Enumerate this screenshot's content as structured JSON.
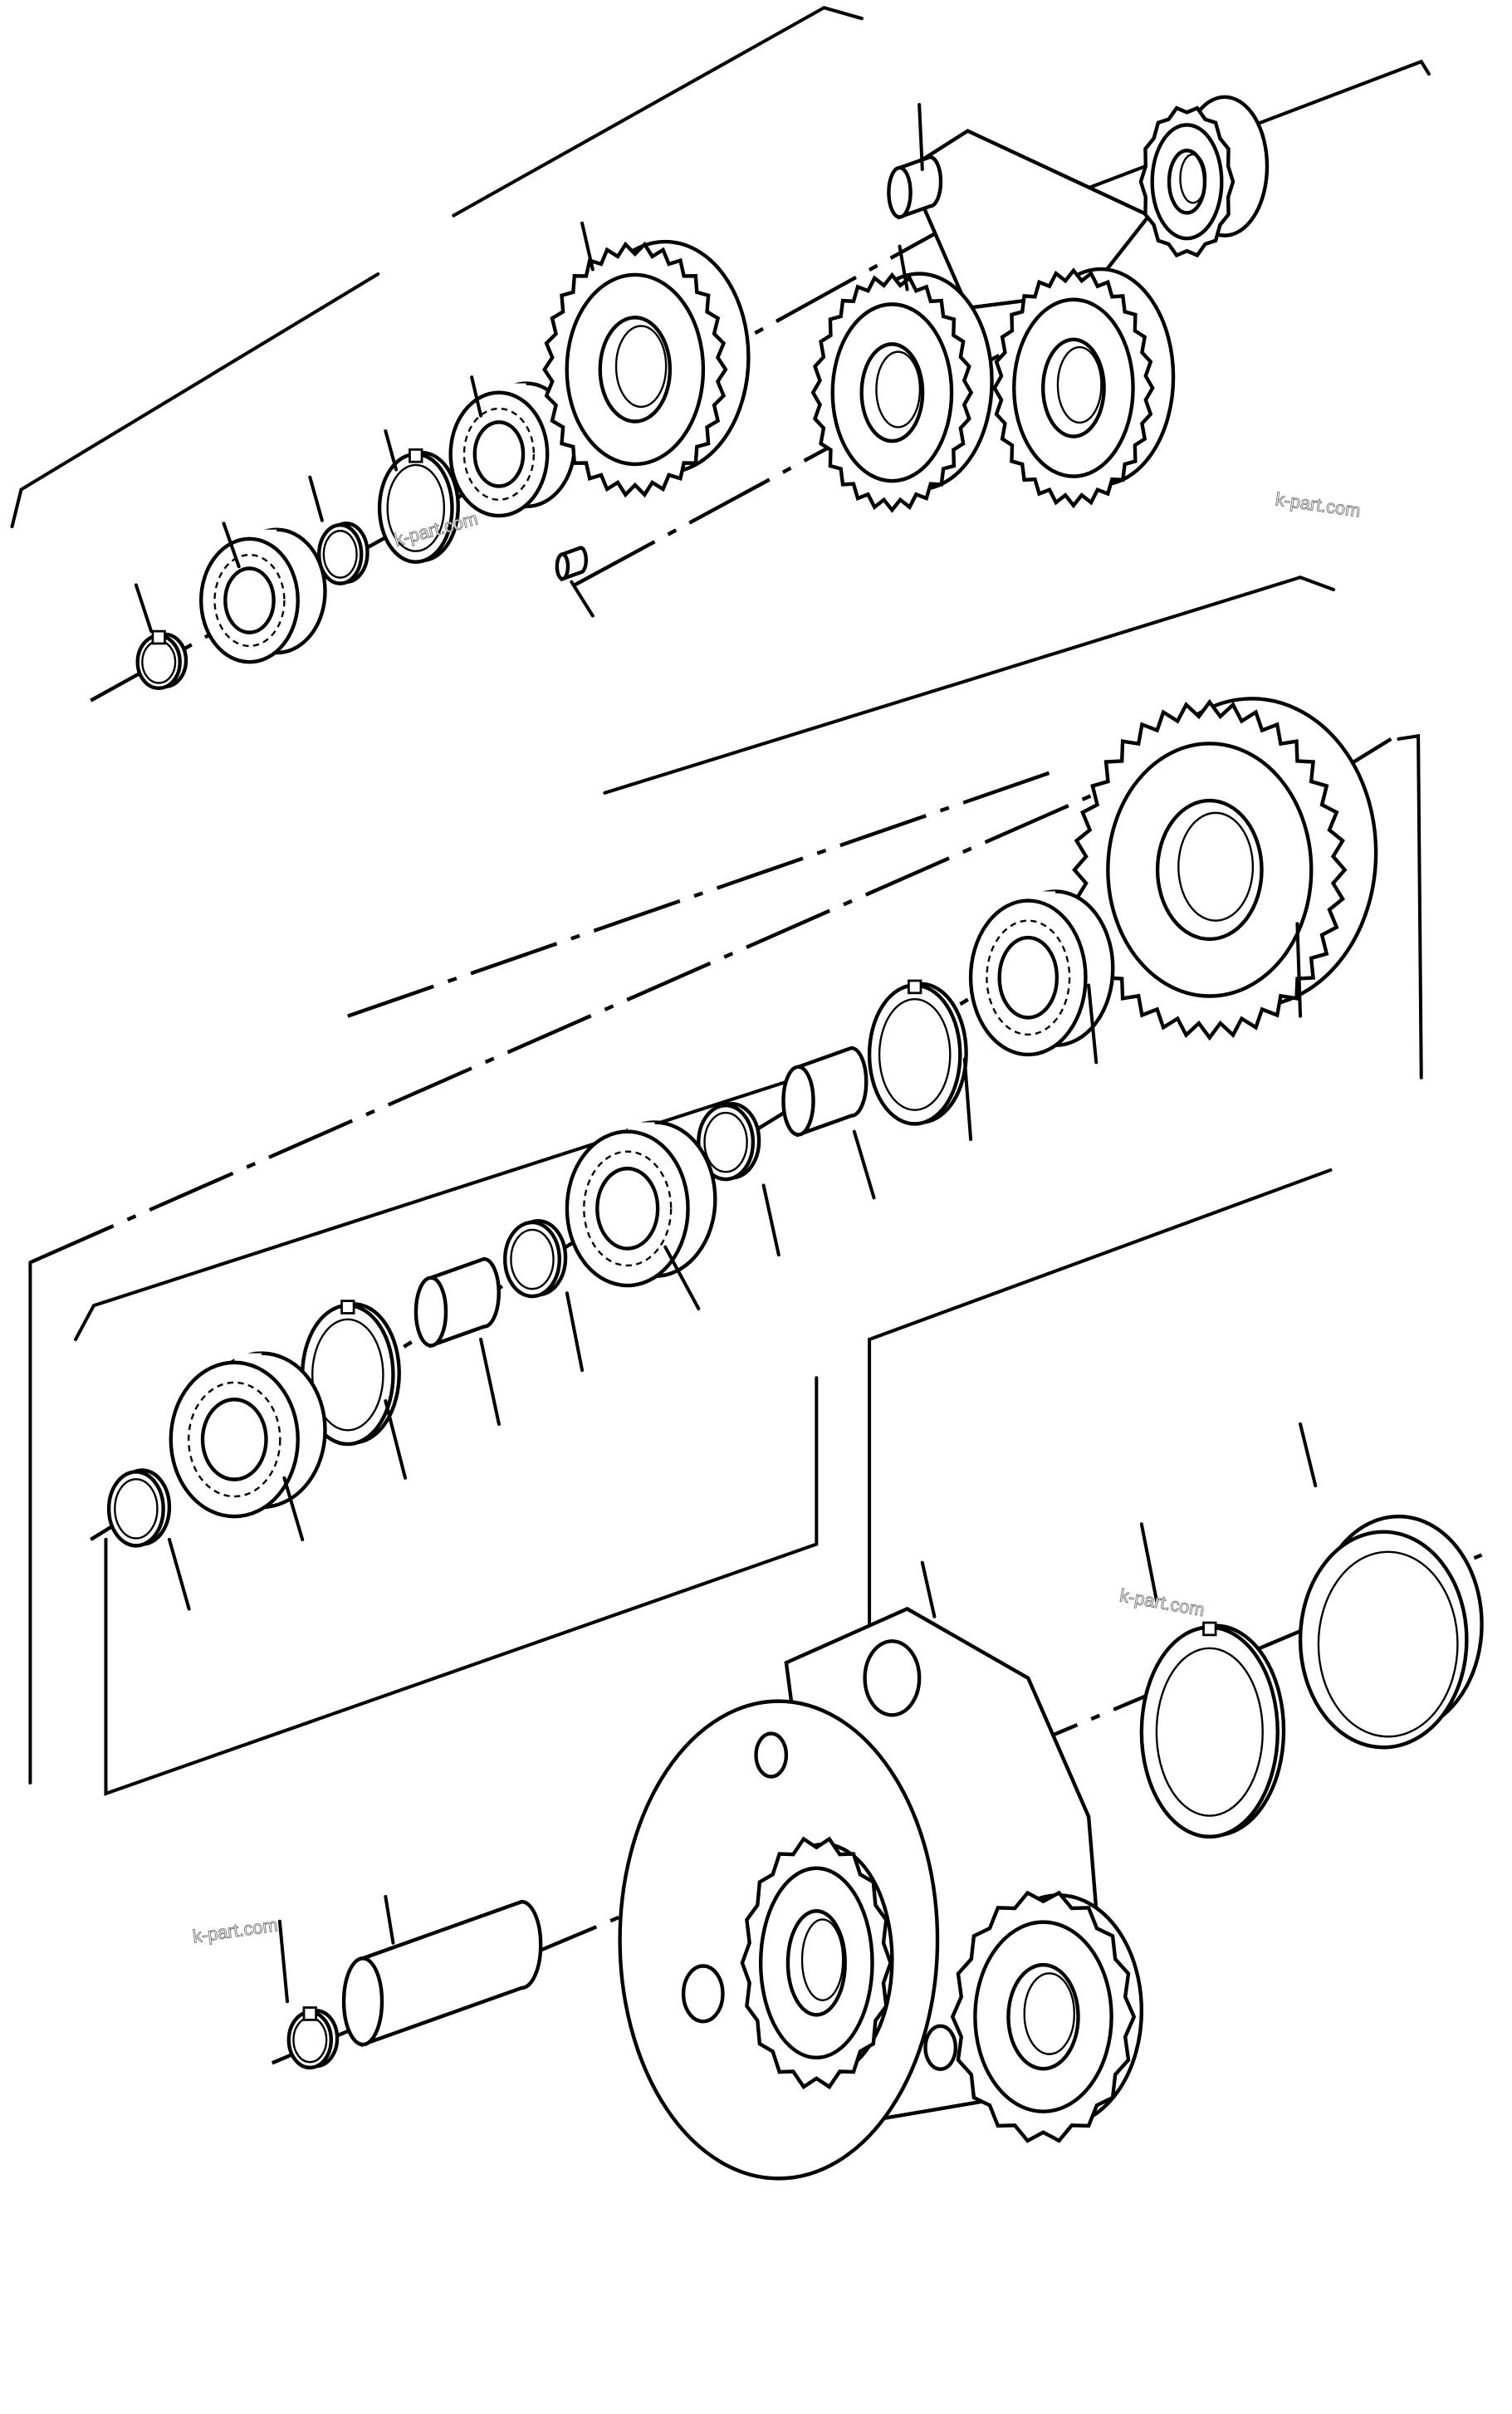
{
  "diagram": {
    "type": "exploded parts drawing",
    "watermarks": [
      "k-part.com",
      "k-part.com",
      "k-part.com",
      "k-part.com"
    ],
    "line_color": "#000000",
    "background": "#ffffff"
  }
}
